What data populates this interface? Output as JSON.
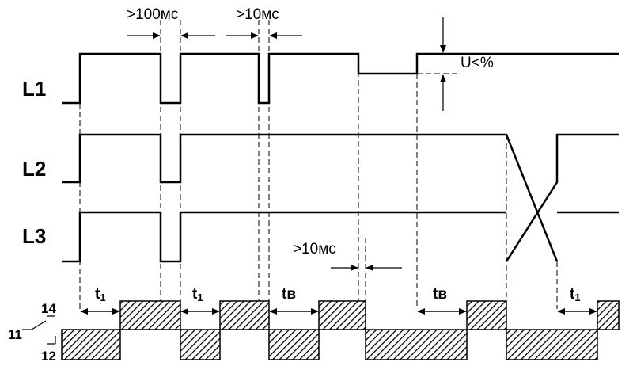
{
  "phases": [
    "L1",
    "L2",
    "L3"
  ],
  "annotations": {
    "pulse_min_1": ">100мс",
    "pulse_min_2": ">10мс",
    "pulse_min_3": ">10мс",
    "threshold": "U<%"
  },
  "time_labels": {
    "t_1a": {
      "main": "t",
      "sub": "1"
    },
    "t_1b": {
      "main": "t",
      "sub": "1"
    },
    "t_v1": {
      "main": "tв",
      "sub": ""
    },
    "t_v2": {
      "main": "tв",
      "sub": ""
    },
    "t_1c": {
      "main": "t",
      "sub": "1"
    }
  },
  "contacts": {
    "nc": "11",
    "no": "14",
    "common": "12"
  }
}
